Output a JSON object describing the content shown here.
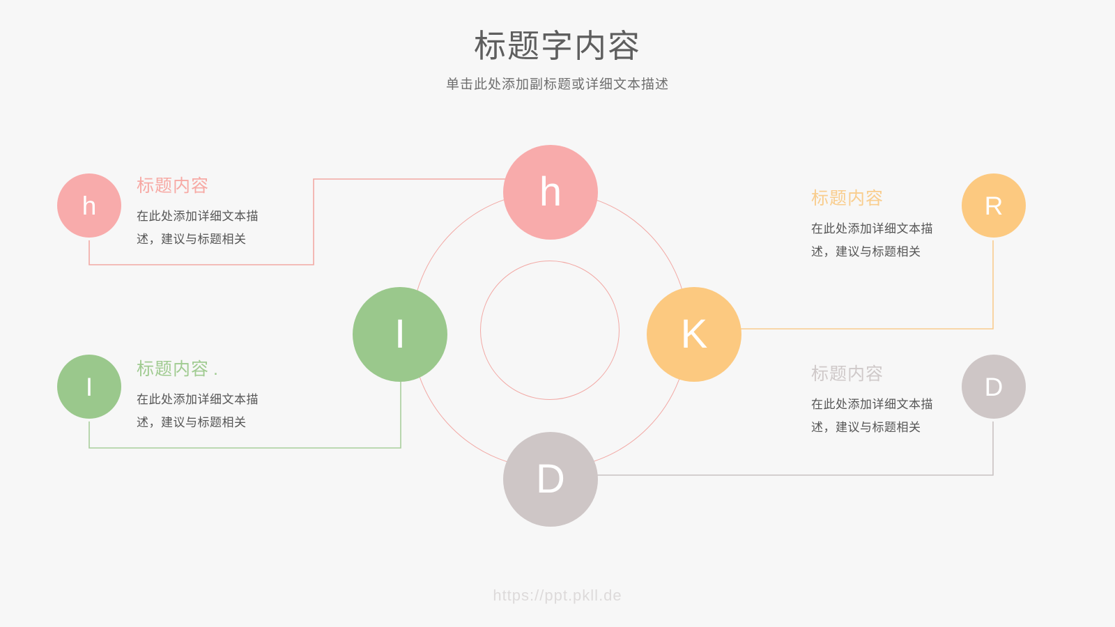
{
  "header": {
    "title": "标题字内容",
    "subtitle": "单击此处添加副标题或详细文本描述"
  },
  "colors": {
    "pink": "#F8ABAB",
    "green": "#9AC88C",
    "orange": "#FCC980",
    "grey": "#CEC6C6",
    "ring": "#F2A8A4",
    "background": "#F7F7F7",
    "title_text": "#5E5E5E",
    "body_text": "#555555",
    "footer_text": "#DDDADA"
  },
  "diagram": {
    "nodes": [
      {
        "id": "top",
        "letter": "h",
        "color": "#F8ABAB"
      },
      {
        "id": "left",
        "letter": "I",
        "color": "#9AC88C"
      },
      {
        "id": "right",
        "letter": "K",
        "color": "#FCC980"
      },
      {
        "id": "bottom",
        "letter": "D",
        "color": "#CEC6C6"
      }
    ]
  },
  "blocks": [
    {
      "id": "top-left",
      "letter": "h",
      "color": "#F8ABAB",
      "heading": "标题内容",
      "heading_suffix": "",
      "body_line1": "在此处添加详细文本描",
      "body_line2": "述，建议与标题相关"
    },
    {
      "id": "bottom-left",
      "letter": "I",
      "color": "#9AC88C",
      "heading": "标题内容",
      "heading_suffix": ".",
      "body_line1": "在此处添加详细文本描",
      "body_line2": "述，建议与标题相关"
    },
    {
      "id": "top-right",
      "letter": "R",
      "color": "#FCC980",
      "heading": "标题内容",
      "heading_suffix": "",
      "body_line1": "在此处添加详细文本描",
      "body_line2": "述，建议与标题相关"
    },
    {
      "id": "bottom-right",
      "letter": "D",
      "color": "#CEC6C6",
      "heading": "标题内容",
      "heading_suffix": "",
      "body_line1": "在此处添加详细文本描",
      "body_line2": "述，建议与标题相关"
    }
  ],
  "footer": {
    "url": "https://ppt.pkll.de"
  }
}
